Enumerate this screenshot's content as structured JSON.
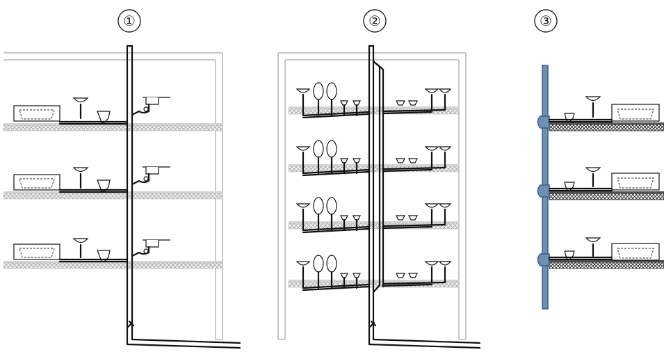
{
  "panels": [
    {
      "label": "①",
      "floors": 3
    },
    {
      "label": "②",
      "floors": 4
    },
    {
      "label": "③",
      "floors": 3
    }
  ],
  "colors": {
    "background": "#ffffff",
    "pipe": "#111111",
    "blue_stack": "#6f8fb5",
    "blue_stack_dark": "#3f5f87",
    "frame": "#c8c8c8",
    "slab_light": "#d8d8d8",
    "slab_dark": "#4a4a4a"
  }
}
